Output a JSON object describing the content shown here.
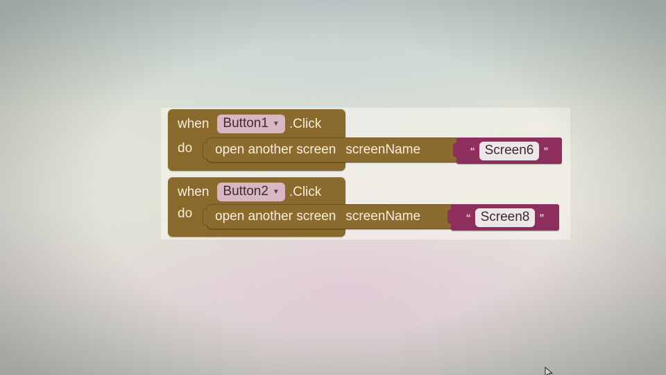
{
  "blocks": [
    {
      "when_label": "when",
      "component": "Button1",
      "event": ".Click",
      "do_label": "do",
      "call": "open another screen",
      "param": "screenName",
      "value": "Screen6"
    },
    {
      "when_label": "when",
      "component": "Button2",
      "event": ".Click",
      "do_label": "do",
      "call": "open another screen",
      "param": "screenName",
      "value": "Screen8"
    }
  ],
  "icons": {
    "dropdown": "caret-down-icon",
    "cursor": "mouse-pointer-icon",
    "open_quote": "“",
    "close_quote": "”"
  },
  "colors": {
    "event_block": "#8a6a2c",
    "text_block": "#8e2f5e",
    "dropdown_bg": "#d8b7c5"
  }
}
